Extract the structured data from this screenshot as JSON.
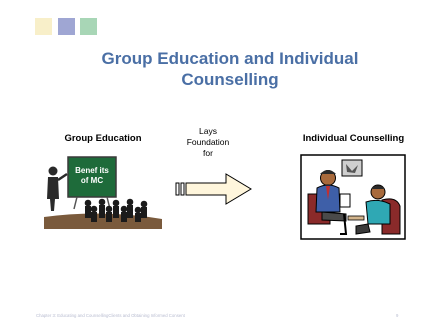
{
  "decor": {
    "square_colors": [
      "#f8efc9",
      "#9fa6d3",
      "#a8d6b6"
    ]
  },
  "title": {
    "line1": "Group Education and Individual",
    "line2": "Counselling",
    "color": "#4a6fa5"
  },
  "diagram": {
    "left_label": "Group Education",
    "right_label": "Individual Counselling",
    "connector_lines": [
      "Lays",
      "Foundation",
      "for"
    ],
    "board_lines": [
      "Benef its",
      "of MC"
    ],
    "board_color": "#1e6b3a"
  },
  "footer": {
    "text": "Chapter 3: Educating and CounsellingClients and Obtaining Informed Consent",
    "page_number": "9"
  },
  "icons": {
    "classroom": "group-education-classroom-icon",
    "arrow": "right-arrow-icon",
    "counselling": "counselling-session-icon"
  }
}
